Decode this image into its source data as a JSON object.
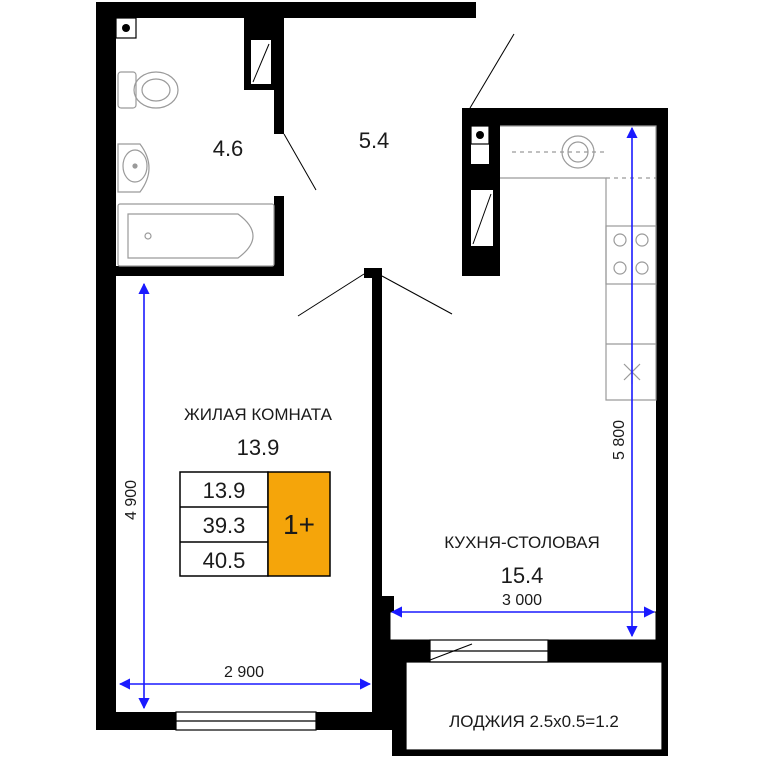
{
  "plan": {
    "rooms": {
      "bathroom": {
        "area": "4.6"
      },
      "hallway": {
        "area": "5.4"
      },
      "living_room": {
        "name": "ЖИЛАЯ КОМНАТА",
        "area": "13.9"
      },
      "kitchen": {
        "name": "КУХНЯ-СТОЛОВАЯ",
        "area": "15.4"
      },
      "loggia": {
        "label": "ЛОДЖИЯ 2.5x0.5=1.2"
      }
    },
    "dimensions": {
      "living_width": "2 900",
      "living_length": "4 900",
      "kitchen_width": "3 000",
      "kitchen_length": "5 800"
    },
    "summary": {
      "living_area": "13.9",
      "total_area_no_loggia": "39.3",
      "total_area": "40.5",
      "rooms_badge": "1+"
    },
    "colors": {
      "wall": "#000000",
      "dimension_line": "#1a1aff",
      "badge": "#f5a50a",
      "fixture_stroke": "#9a9a9a"
    }
  }
}
